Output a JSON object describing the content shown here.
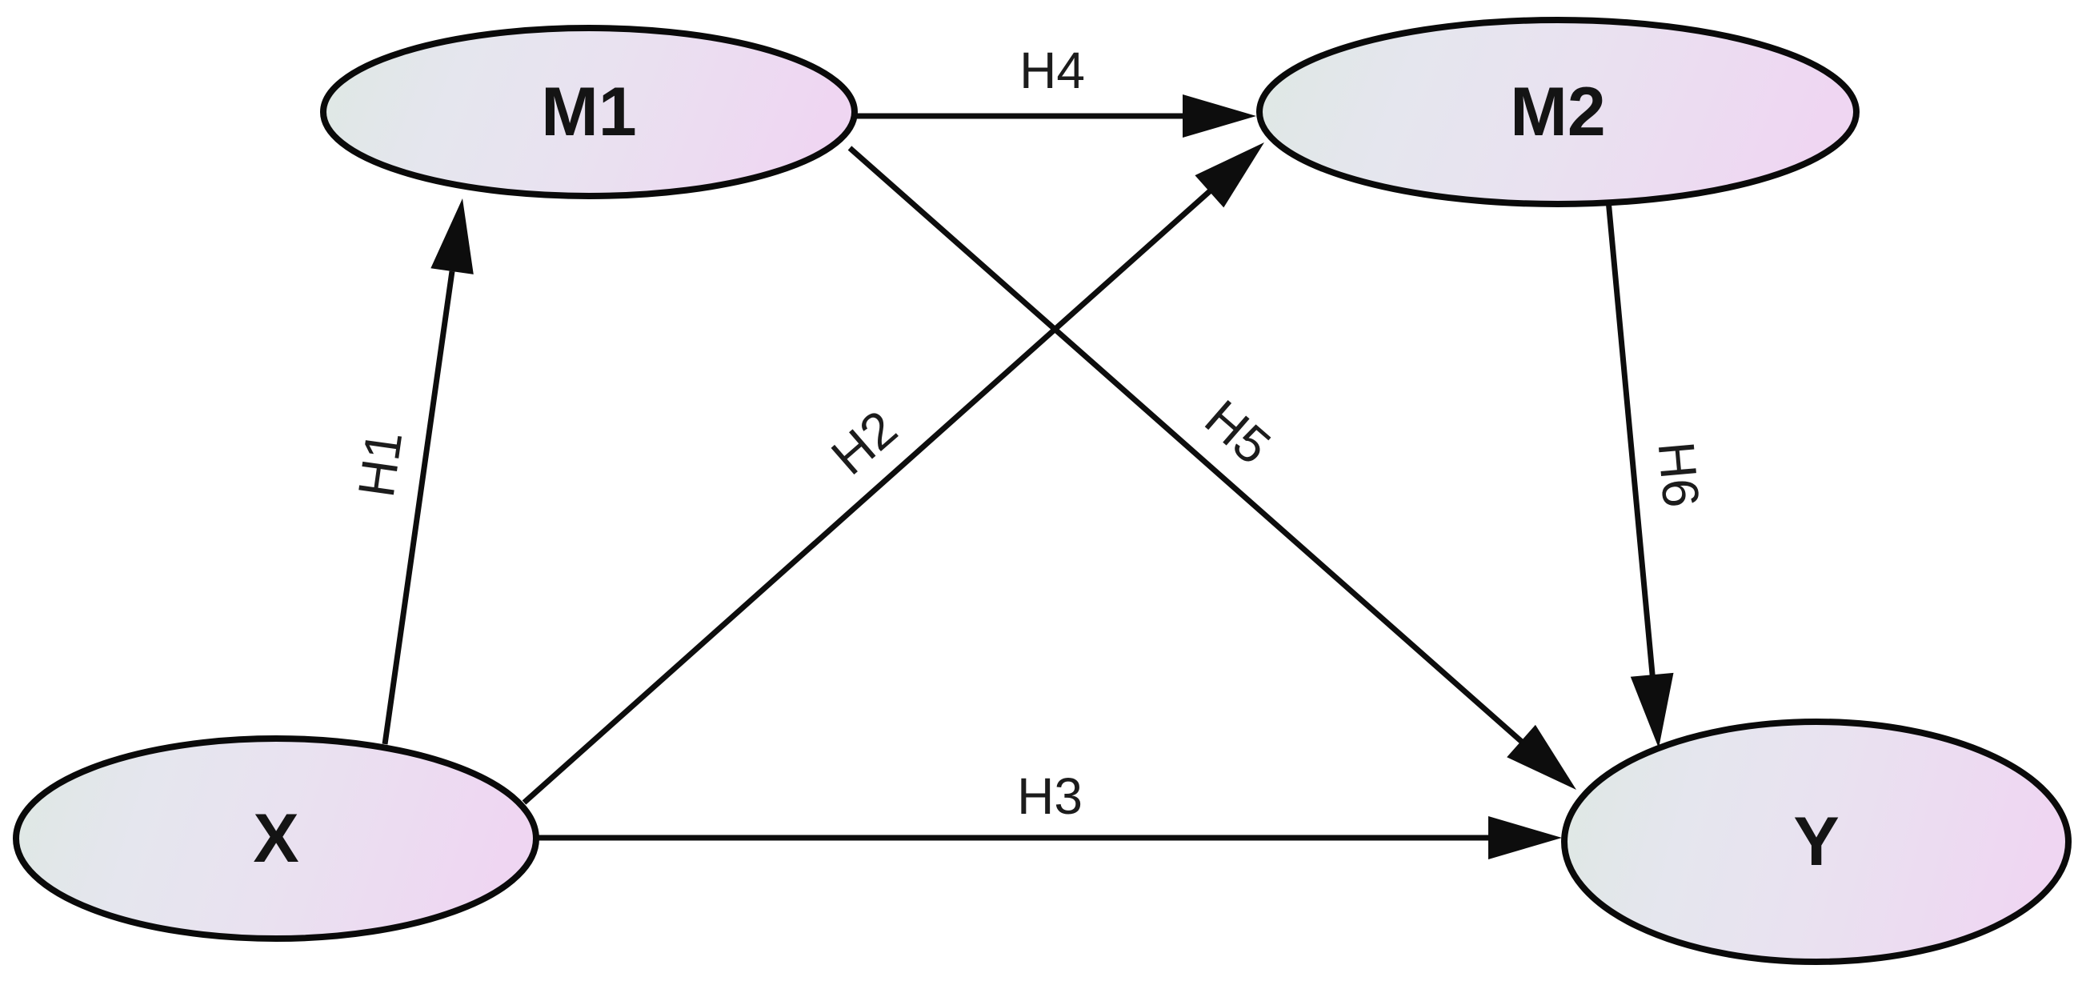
{
  "diagram": {
    "type": "path-model-diagram",
    "nodes": [
      {
        "id": "M1",
        "label": "M1"
      },
      {
        "id": "M2",
        "label": "M2"
      },
      {
        "id": "X",
        "label": "X"
      },
      {
        "id": "Y",
        "label": "Y"
      }
    ],
    "edges": [
      {
        "id": "H1",
        "label": "H1",
        "from": "X",
        "to": "M1"
      },
      {
        "id": "H2",
        "label": "H2",
        "from": "X",
        "to": "M2"
      },
      {
        "id": "H3",
        "label": "H3",
        "from": "X",
        "to": "Y"
      },
      {
        "id": "H4",
        "label": "H4",
        "from": "M1",
        "to": "M2"
      },
      {
        "id": "H5",
        "label": "H5",
        "from": "M1",
        "to": "Y"
      },
      {
        "id": "H6",
        "label": "H6",
        "from": "M2",
        "to": "Y"
      }
    ],
    "colors": {
      "background": "#ffffff",
      "stroke": "#0d0d0d",
      "node_gradient_start": "#dee8e3",
      "node_gradient_mid": "#e9e2f0",
      "node_gradient_end": "#efd6f2"
    }
  }
}
